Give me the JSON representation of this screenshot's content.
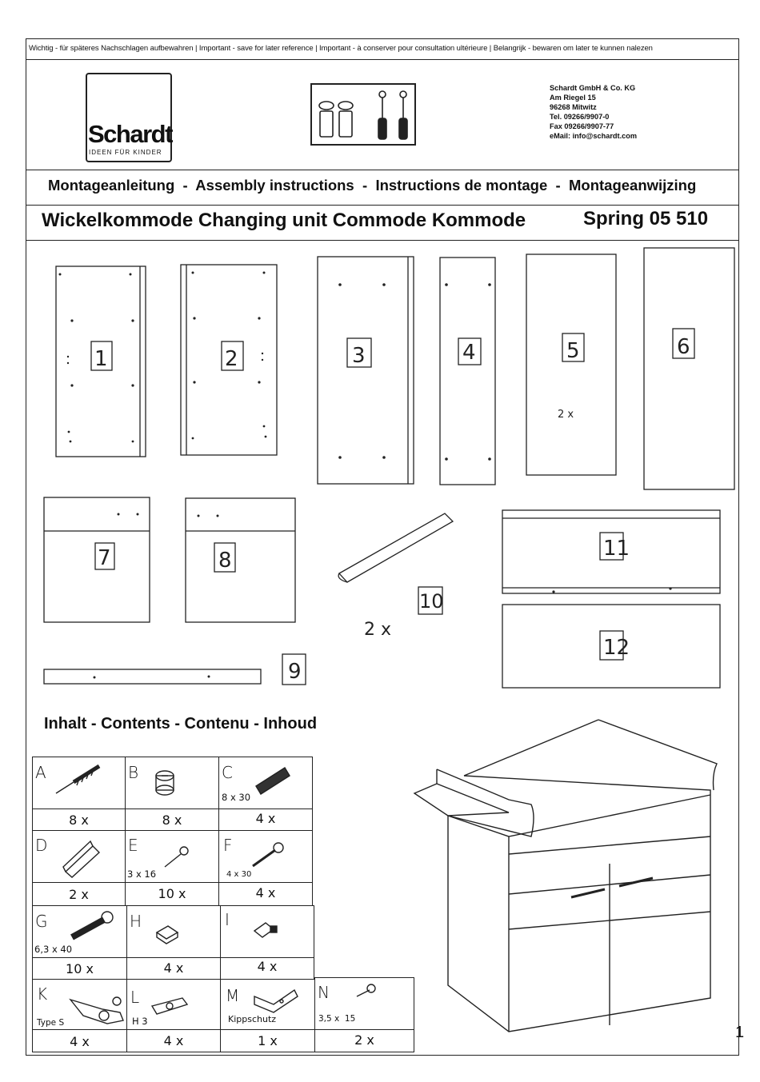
{
  "header": {
    "note": "Wichtig - für späteres Nachschlagen aufbewahren | Important - save for later reference | Important - à conserver pour consultation ultérieure | Belangrijk - bewaren om later te kunnen nalezen",
    "logo": {
      "name": "Schardt",
      "tagline": "IDEEN FÜR KINDER"
    },
    "company": [
      "Schardt GmbH & Co. KG",
      "Am Riegel 15",
      "96268 Mitwitz",
      "Tel. 09266/9907-0",
      "Fax 09266/9907-77",
      "eMail: info@schardt.com"
    ],
    "tools_icon": "dowels-and-screwdrivers-icon"
  },
  "subtitle": "Montageanleitung  -  Assembly instructions  -  Instructions de montage  -  Montageanwijzing",
  "title": "Wickelkommode Changing unit Commode Kommode",
  "model": "Spring 05 510",
  "panels": {
    "p1": "1",
    "p2": "2",
    "p3": "3",
    "p4": "4",
    "p5": "5",
    "p5_qty": "2 x",
    "p6": "6",
    "p7": "7",
    "p8": "8",
    "p9": "9",
    "p10": "10",
    "p10_qty": "2 x",
    "p11": "11",
    "p12": "12"
  },
  "contents_heading": "Inhalt - Contents - Contenu - Inhoud",
  "parts": [
    {
      "letter": "A",
      "sub": "",
      "qty": "8 x",
      "icon": "dowel-screw-icon"
    },
    {
      "letter": "B",
      "sub": "",
      "qty": "8 x",
      "icon": "cam-lock-icon"
    },
    {
      "letter": "C",
      "sub": "8 x 30",
      "qty": "4 x",
      "icon": "wooden-dowel-icon"
    },
    {
      "letter": "D",
      "sub": "",
      "qty": "2 x",
      "icon": "handle-icon"
    },
    {
      "letter": "E",
      "sub": "3 x 16",
      "qty": "10 x",
      "icon": "screw-icon"
    },
    {
      "letter": "F",
      "sub": "4 x 30",
      "qty": "4 x",
      "icon": "screw-icon"
    },
    {
      "letter": "G",
      "sub": "6,3 x 40",
      "qty": "10 x",
      "icon": "connector-bolt-icon"
    },
    {
      "letter": "H",
      "sub": "",
      "qty": "4 x",
      "icon": "shelf-support-icon"
    },
    {
      "letter": "I",
      "sub": "",
      "qty": "4 x",
      "icon": "bracket-icon"
    },
    {
      "letter": "K",
      "sub": "Type S",
      "qty": "4 x",
      "icon": "hinge-icon"
    },
    {
      "letter": "L",
      "sub": "H 3",
      "qty": "4 x",
      "icon": "hinge-plate-icon"
    },
    {
      "letter": "M",
      "sub": "Kippschutz",
      "qty": "1 x",
      "icon": "anti-tip-angle-icon"
    },
    {
      "letter": "N",
      "sub": "3,5 x  15",
      "qty": "2 x",
      "icon": "screw-icon"
    }
  ],
  "page_number": "1"
}
